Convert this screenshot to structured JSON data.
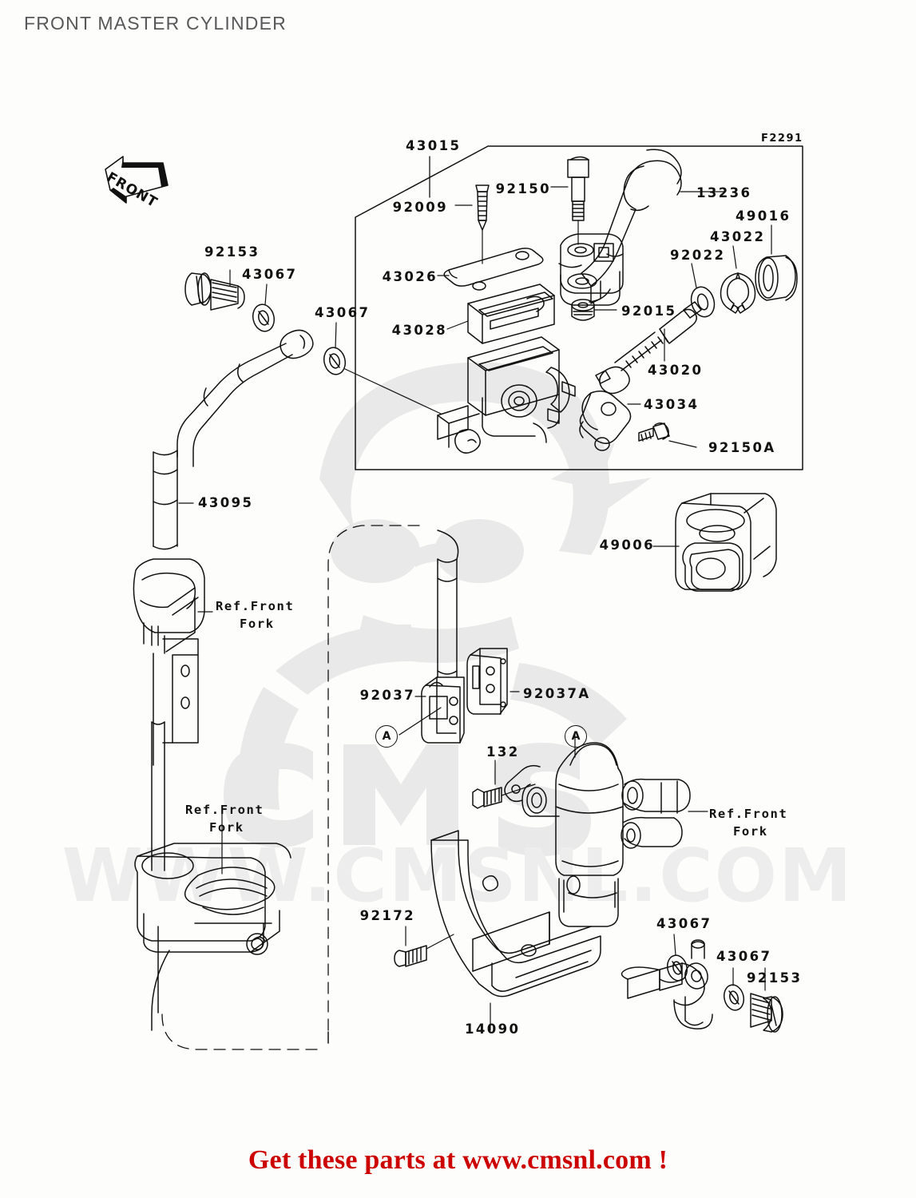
{
  "page": {
    "title": "FRONT MASTER CYLINDER",
    "diagram_code": "F2291",
    "footer": "Get these parts at www.cmsnl.com !",
    "watermark": "WWW.CMSNL.COM",
    "front_marker": "FRONT",
    "colors": {
      "background": "#fdfefb",
      "title_text": "#58585a",
      "line": "#111111",
      "footer_text": "#cc0000",
      "watermark": "#e8e8e8"
    }
  },
  "callout_marks": [
    {
      "id": "a-left",
      "label": "A"
    },
    {
      "id": "a-right",
      "label": "A"
    }
  ],
  "ref_labels": [
    {
      "id": "ref-fork-upper",
      "line1": "Ref.Front",
      "line2": "Fork"
    },
    {
      "id": "ref-fork-lower",
      "line1": "Ref.Front",
      "line2": "Fork"
    },
    {
      "id": "ref-fork-right",
      "line1": "Ref.Front",
      "line2": "Fork"
    }
  ],
  "part_labels": [
    {
      "id": "p-43015",
      "number": "43015",
      "name": "master-cylinder-assembly"
    },
    {
      "id": "p-92009",
      "number": "92009",
      "name": "screw"
    },
    {
      "id": "p-92150",
      "number": "92150",
      "name": "bolt-pivot"
    },
    {
      "id": "p-13236",
      "number": "13236",
      "name": "brake-lever"
    },
    {
      "id": "p-49016",
      "number": "49016",
      "name": "dust-seal-cap"
    },
    {
      "id": "p-43022",
      "number": "43022",
      "name": "circlip"
    },
    {
      "id": "p-92022",
      "number": "92022",
      "name": "washer"
    },
    {
      "id": "p-43026",
      "number": "43026",
      "name": "reservoir-cap"
    },
    {
      "id": "p-43028",
      "number": "43028",
      "name": "diaphragm"
    },
    {
      "id": "p-92015",
      "number": "92015",
      "name": "nut"
    },
    {
      "id": "p-43020",
      "number": "43020",
      "name": "piston-assembly"
    },
    {
      "id": "p-43034",
      "number": "43034",
      "name": "holder-clamp"
    },
    {
      "id": "p-92150A",
      "number": "92150A",
      "name": "bolt-clamp"
    },
    {
      "id": "p-92153",
      "number": "92153",
      "name": "banjo-bolt-upper"
    },
    {
      "id": "p-43067t",
      "number": "43067",
      "name": "washer-upper-a"
    },
    {
      "id": "p-43067m",
      "number": "43067",
      "name": "washer-upper-b"
    },
    {
      "id": "p-43095",
      "number": "43095",
      "name": "brake-hose"
    },
    {
      "id": "p-49006",
      "number": "49006",
      "name": "boot"
    },
    {
      "id": "p-92037",
      "number": "92037",
      "name": "clamp-hose"
    },
    {
      "id": "p-92037A",
      "number": "92037A",
      "name": "clamp-hose-a"
    },
    {
      "id": "p-132",
      "number": "132",
      "name": "bolt-flanged"
    },
    {
      "id": "p-92172",
      "number": "92172",
      "name": "screw-guard"
    },
    {
      "id": "p-14090",
      "number": "14090",
      "name": "cover-disc-guard"
    },
    {
      "id": "p-43067b",
      "number": "43067",
      "name": "washer-lower-a"
    },
    {
      "id": "p-43067c",
      "number": "43067",
      "name": "washer-lower-b"
    },
    {
      "id": "p-92153b",
      "number": "92153",
      "name": "banjo-bolt-lower"
    }
  ]
}
